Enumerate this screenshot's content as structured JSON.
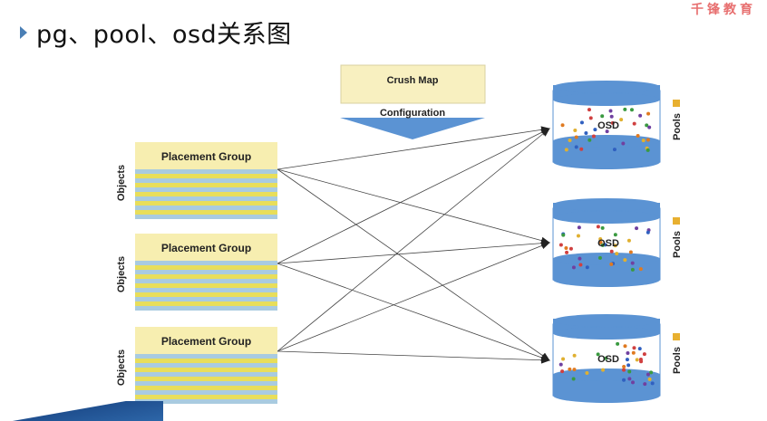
{
  "slide": {
    "title": "pg、pool、osd关系图",
    "stamp": "千锋教育"
  },
  "crush_map": {
    "title": "Crush Map",
    "subtitle": "Configuration"
  },
  "placement_groups": [
    {
      "label": "Placement Group",
      "side_label": "Objects"
    },
    {
      "label": "Placement Group",
      "side_label": "Objects"
    },
    {
      "label": "Placement Group",
      "side_label": "Objects"
    }
  ],
  "osds": [
    {
      "label": "OSD",
      "side_label": "Pools"
    },
    {
      "label": "OSD",
      "side_label": "Pools"
    },
    {
      "label": "OSD",
      "side_label": "Pools"
    }
  ],
  "colors": {
    "pg_header": "#f7eeb0",
    "pg_stripe_yellow": "#e8de5a",
    "pg_stripe_blue": "#a9cbe0",
    "osd_blue": "#5b93d3",
    "crush_box": "#f8f0c0",
    "arrow_blue": "#5b93d3",
    "connector": "#444444"
  }
}
